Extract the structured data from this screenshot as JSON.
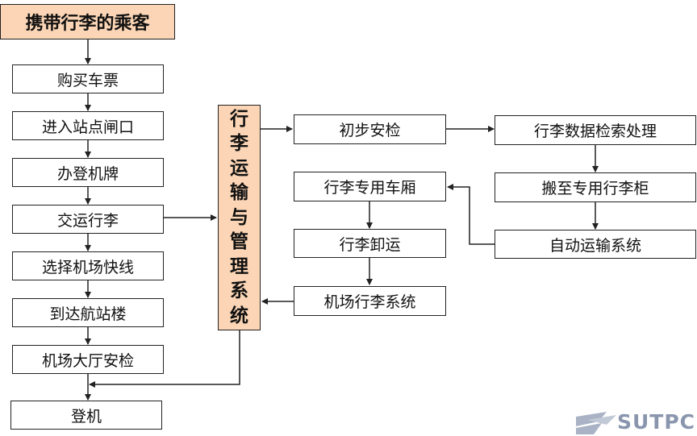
{
  "title": "携带行李的乘客",
  "steps": [
    "购买车票",
    "进入站点闸口",
    "办登机牌",
    "交运行李",
    "选择机场快线",
    "到达航站楼",
    "机场大厅安检",
    "登机"
  ],
  "central": "行李运输与管理系统",
  "process": {
    "initial_check": "初步安检",
    "data_processing": "行李数据检索处理",
    "move_to_cabinet": "搬至专用行李柜",
    "auto_transport": "自动运输系统",
    "luggage_car": "行李专用车厢",
    "unloading": "行李卸运",
    "airport_system": "机场行李系统"
  },
  "logo": {
    "text": "SUTPC",
    "color": "#8a96ad"
  }
}
